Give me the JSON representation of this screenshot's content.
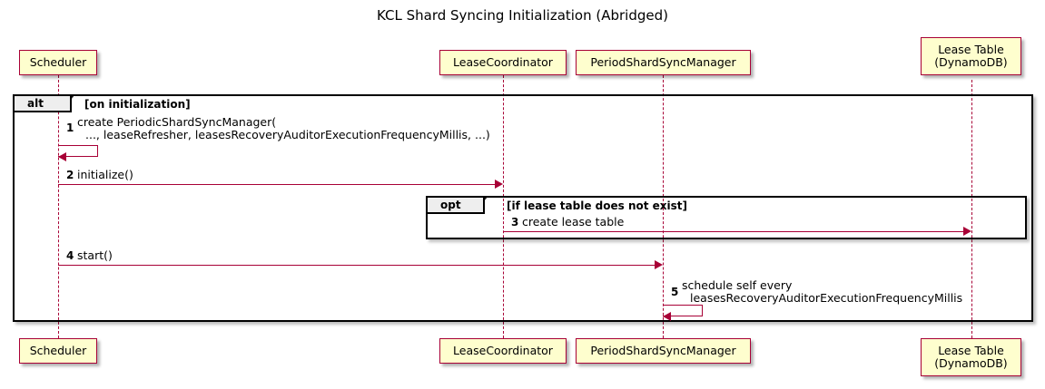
{
  "diagram": {
    "title": "KCL Shard Syncing Initialization (Abridged)",
    "type": "uml-sequence-diagram",
    "colors": {
      "participant_fill": "#FEFECE",
      "participant_border": "#A80036",
      "arrow": "#A80036",
      "frame_border": "#000000",
      "frame_tab_fill": "#EEEEEE",
      "background": "#FFFFFF"
    }
  },
  "participants": [
    {
      "id": "scheduler",
      "label_lines": [
        "Scheduler"
      ],
      "line1": "Scheduler",
      "line2": ""
    },
    {
      "id": "lease-coordinator",
      "label_lines": [
        "LeaseCoordinator"
      ],
      "line1": "LeaseCoordinator",
      "line2": ""
    },
    {
      "id": "period-shard-sync-manager",
      "label_lines": [
        "PeriodShardSyncManager"
      ],
      "line1": "PeriodShardSyncManager",
      "line2": ""
    },
    {
      "id": "lease-table",
      "label_lines": [
        "Lease Table",
        "(DynamoDB)"
      ],
      "line1": "Lease Table",
      "line2": "(DynamoDB)"
    }
  ],
  "frames": [
    {
      "id": "alt-frame",
      "operator": "alt",
      "guard": "[on initialization]"
    },
    {
      "id": "opt-frame",
      "operator": "opt",
      "guard": "[if lease table does not exist]"
    }
  ],
  "messages": [
    {
      "number": "1",
      "from": "scheduler",
      "to": "scheduler",
      "kind": "self",
      "line1": "create PeriodicShardSyncManager(",
      "line2": "..., leaseRefresher, leasesRecoveryAuditorExecutionFrequencyMillis, ...)"
    },
    {
      "number": "2",
      "from": "scheduler",
      "to": "lease-coordinator",
      "kind": "sync",
      "line1": "initialize()",
      "line2": ""
    },
    {
      "number": "3",
      "from": "lease-coordinator",
      "to": "lease-table",
      "kind": "sync",
      "line1": "create lease table",
      "line2": ""
    },
    {
      "number": "4",
      "from": "scheduler",
      "to": "period-shard-sync-manager",
      "kind": "sync",
      "line1": "start()",
      "line2": ""
    },
    {
      "number": "5",
      "from": "period-shard-sync-manager",
      "to": "period-shard-sync-manager",
      "kind": "self",
      "line1": "schedule self every",
      "line2": "leasesRecoveryAuditorExecutionFrequencyMillis"
    }
  ]
}
